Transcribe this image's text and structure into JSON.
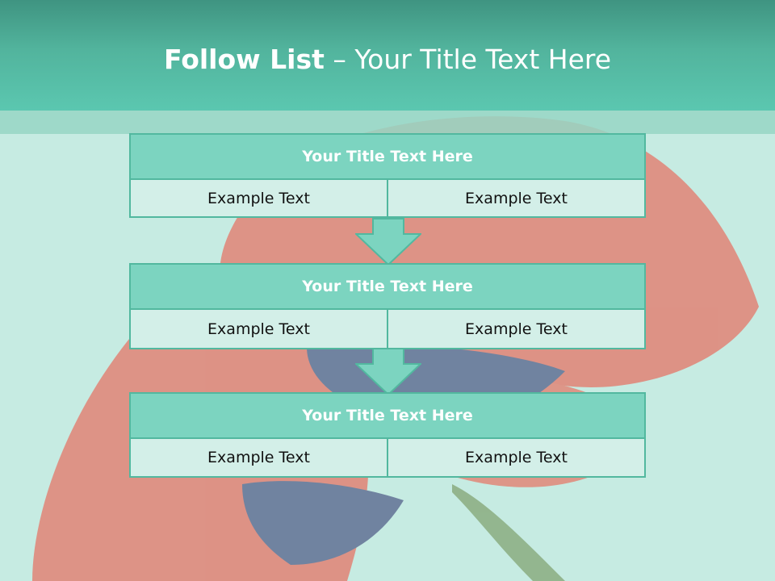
{
  "slide": {
    "title_bold": "Follow List",
    "title_rest": " – Your Title Text Here"
  },
  "blocks": [
    {
      "title": "Your Title Text Here",
      "left": "Example Text",
      "right": "Example Text"
    },
    {
      "title": "Your Title Text Here",
      "left": "Example Text",
      "right": "Example Text"
    },
    {
      "title": "Your Title Text Here",
      "left": "Example Text",
      "right": "Example Text"
    }
  ],
  "colors": {
    "header": "#5bc7b0",
    "block_title": "#7cd4c0",
    "border": "#52b89f",
    "cell": "#d3efe8"
  }
}
